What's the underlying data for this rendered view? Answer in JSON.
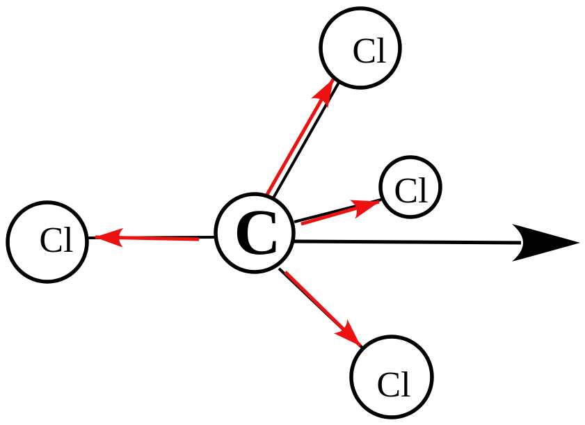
{
  "molecule": {
    "central_atom": {
      "symbol": "C"
    },
    "substituents": [
      {
        "symbol": "Cl",
        "position": "upper-right"
      },
      {
        "symbol": "Cl",
        "position": "right"
      },
      {
        "symbol": "Cl",
        "position": "left"
      },
      {
        "symbol": "Cl",
        "position": "lower-right"
      }
    ]
  },
  "colors": {
    "bond_dipole_red": "#ee1111",
    "ink_black": "#000000",
    "background": "#ffffff"
  }
}
